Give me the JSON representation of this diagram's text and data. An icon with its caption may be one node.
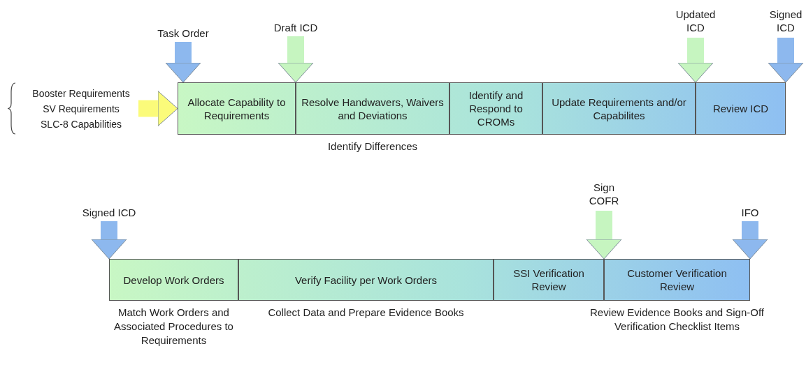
{
  "diagram": {
    "nodes": [
      {
        "text": [
          "Booster Requirements",
          "SV Requirements",
          "SLC-8 Capabilities"
        ]
      },
      {
        "text": [
          "Task Order"
        ]
      },
      {
        "text": [
          "Draft ICD"
        ]
      },
      {
        "text": [
          "Updated ICD"
        ]
      },
      {
        "text": [
          "Signed ICD"
        ]
      },
      {
        "text": [
          "Allocate Capability to Requirements"
        ]
      },
      {
        "text": [
          "Resolve Handwavers, Waivers and Deviations"
        ],
        "beside": [
          "Identify Differences"
        ]
      },
      {
        "text": [
          "Identify and Respond to CROMs"
        ]
      },
      {
        "text": [
          "Update Requirements and/or Capabilites"
        ]
      },
      {
        "text": [
          "Review ICD"
        ]
      },
      {
        "text": [
          "Signed ICD"
        ]
      },
      {
        "text": [
          "Sign COFR"
        ]
      },
      {
        "text": [
          "IFO"
        ]
      },
      {
        "text": [
          "Develop Work Orders"
        ],
        "beside": [
          "Match Work Orders and Associated Procedures to Requirements"
        ]
      },
      {
        "text": [
          "Verify Facility per Work Orders"
        ],
        "beside": [
          "Collect Data and Prepare Evidence Books"
        ]
      },
      {
        "text": [
          "SSI Verification Review"
        ]
      },
      {
        "text": [
          "Customer Verification Review"
        ],
        "beside": [
          "Review Evidence Books and Sign-Off Verification Checklist Items"
        ]
      }
    ],
    "edges": [
      {
        "from": 0,
        "to": 5,
        "arrow": "to",
        "color": "#fbfb7a"
      },
      {
        "from": 1,
        "to": 5,
        "arrow": "to"
      },
      {
        "from": 2,
        "to": 5,
        "arrow": "to",
        "color": "#c6f5c0"
      },
      {
        "from": 3,
        "to": 8,
        "arrow": "to",
        "color": "#c6f5c0"
      },
      {
        "from": 4,
        "to": 9,
        "arrow": "to"
      },
      {
        "from": 10,
        "to": 13,
        "arrow": "to"
      },
      {
        "from": 11,
        "to": 15,
        "arrow": "to",
        "color": "#c6f5c0"
      },
      {
        "from": 12,
        "to": 16,
        "arrow": "to"
      }
    ]
  }
}
